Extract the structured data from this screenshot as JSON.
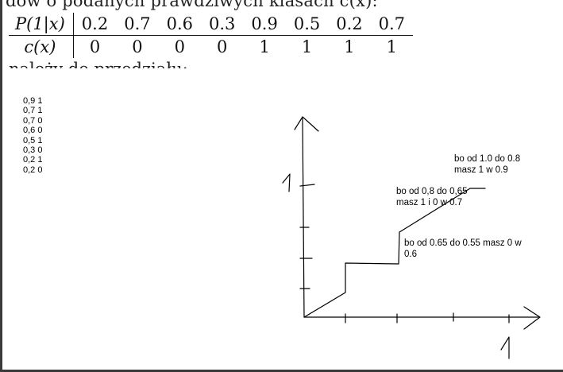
{
  "document": {
    "top_line": "dów o podanych prawdziwych klasach c(x):",
    "table": {
      "row1_label": "P(1|x)",
      "row1_values": [
        "0.2",
        "0.7",
        "0.6",
        "0.3",
        "0.9",
        "0.5",
        "0.2",
        "0.7"
      ],
      "row2_label": "c(x)",
      "row2_values": [
        "0",
        "0",
        "0",
        "0",
        "1",
        "1",
        "1",
        "1"
      ]
    },
    "bottom_line": "należy do przedziału:"
  },
  "value_list": [
    "0,9 1",
    "0,7 1",
    "0,7 0",
    "0,6 0",
    "0,5 1",
    "0,3 0",
    "0,2 1",
    "0,2 0"
  ],
  "sketch": {
    "y_axis_mark": "1",
    "x_axis_mark": "1",
    "notes": [
      "bo od 1.0 do 0.8 masz 1 w 0.9",
      "bo od 0,8 do 0,65 masz 1 i 0 w 0.7",
      "bo od 0.65 do 0.55 masz 0 w 0.6"
    ]
  }
}
